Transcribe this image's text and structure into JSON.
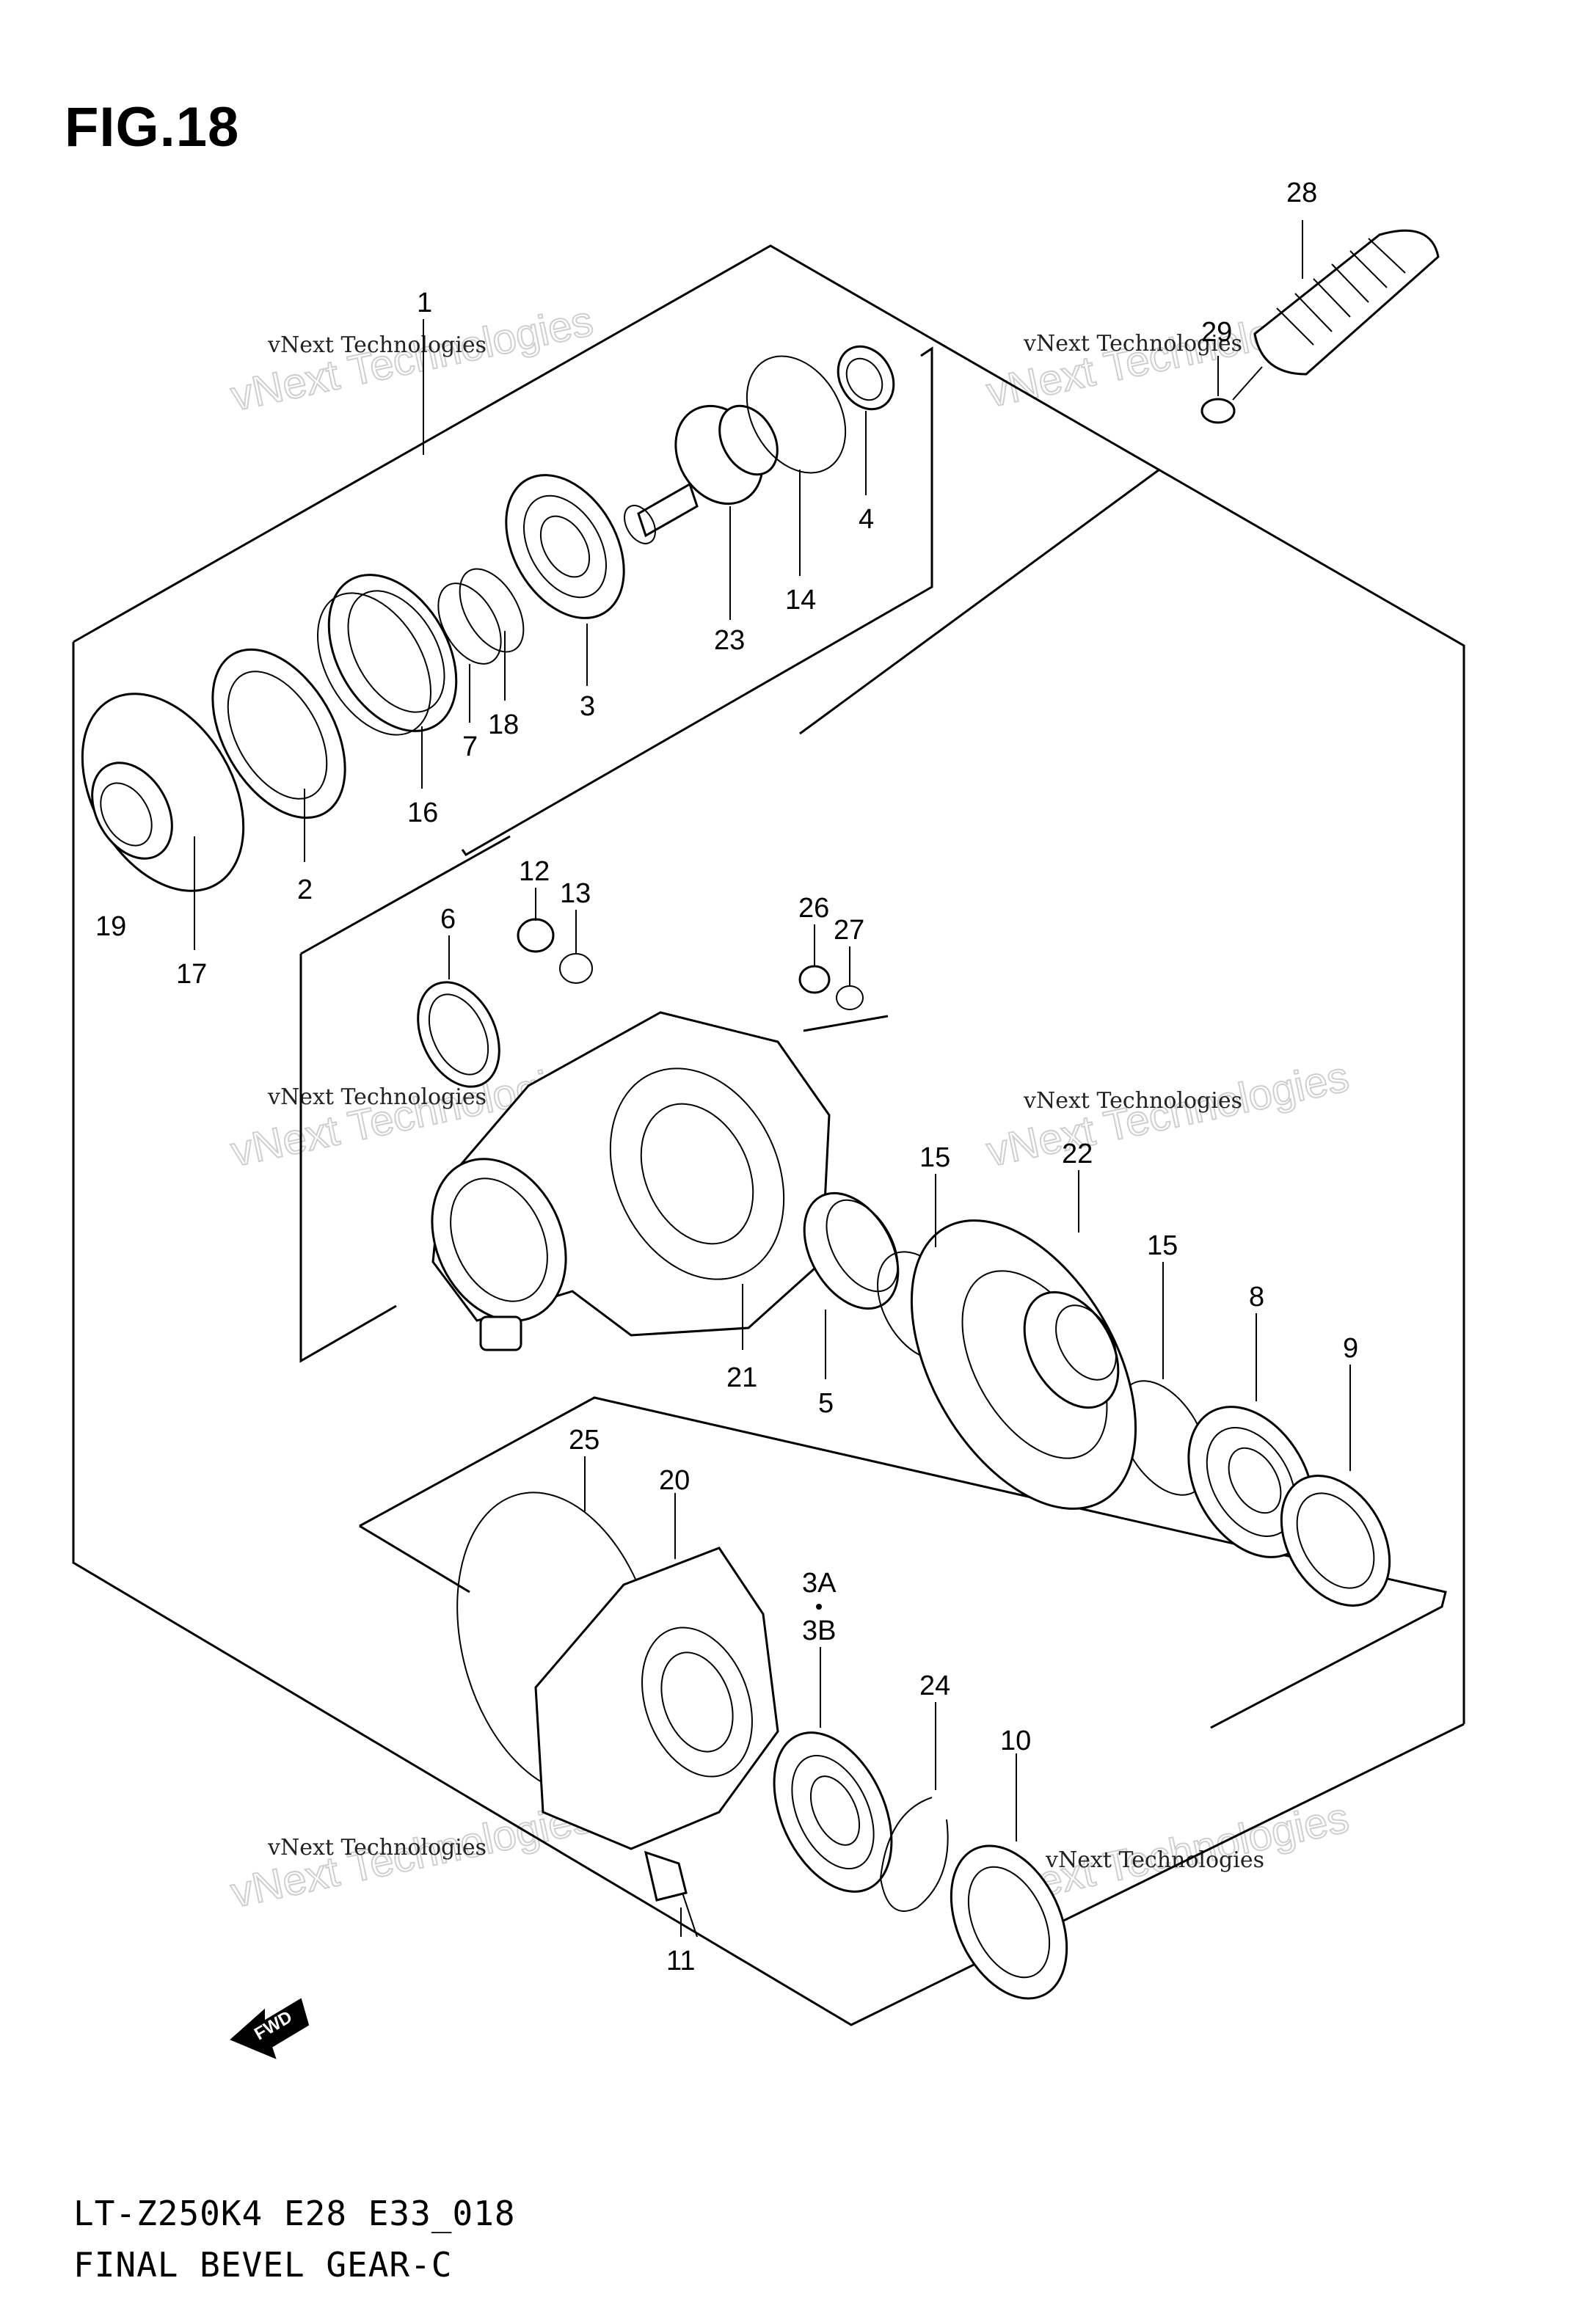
{
  "figure": {
    "title": "FIG.18"
  },
  "footer": {
    "model": "LT-Z250K4 E28 E33_018",
    "name": "FINAL BEVEL GEAR-C"
  },
  "watermark": {
    "small": "vNext Technologies",
    "large": "vNext Technologies"
  },
  "fwd_label": "FWD",
  "callouts": {
    "p1": "1",
    "p2": "2",
    "p3": "3",
    "p3a": "3A",
    "p3b": "3B",
    "p4": "4",
    "p5": "5",
    "p6": "6",
    "p7": "7",
    "p8": "8",
    "p9": "9",
    "p10": "10",
    "p11": "11",
    "p12": "12",
    "p13": "13",
    "p14": "14",
    "p15a": "15",
    "p15b": "15",
    "p16": "16",
    "p17": "17",
    "p18": "18",
    "p19": "19",
    "p20": "20",
    "p21": "21",
    "p22": "22",
    "p23": "23",
    "p24": "24",
    "p25": "25",
    "p26": "26",
    "p27": "27",
    "p28": "28",
    "p29": "29"
  }
}
